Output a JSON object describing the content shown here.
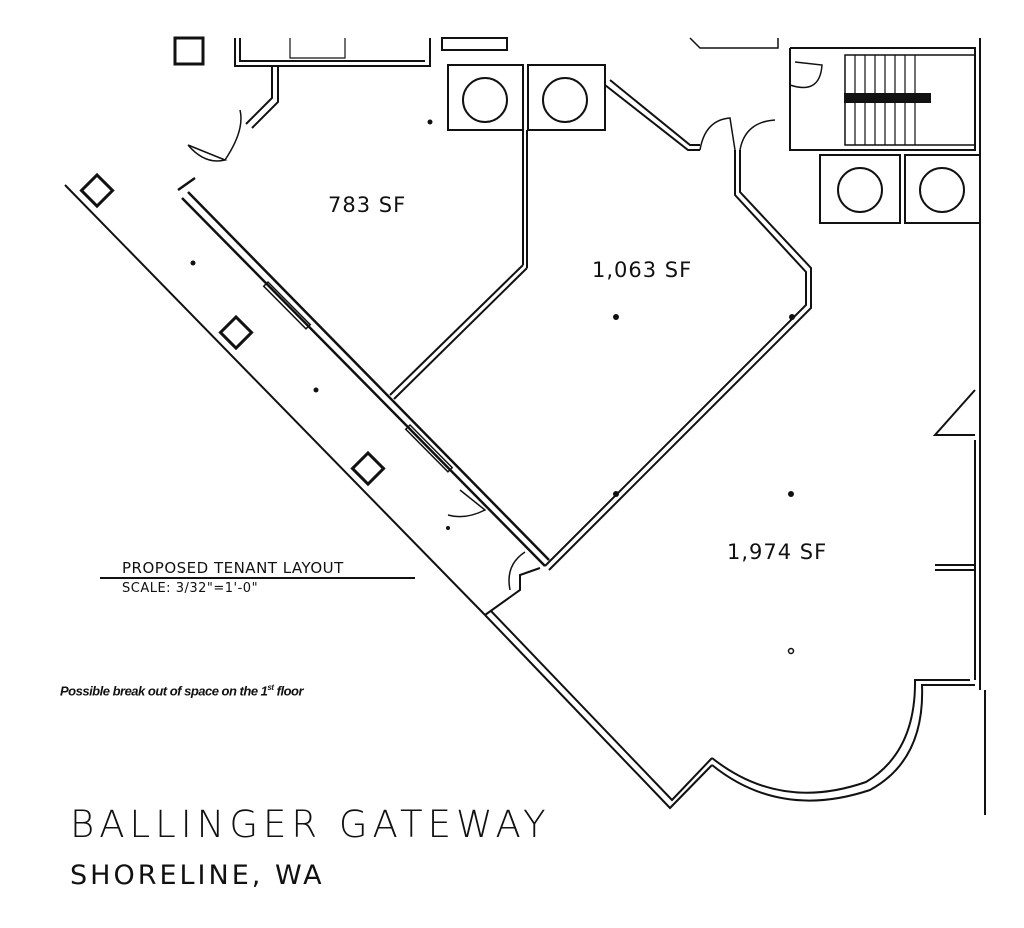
{
  "plan": {
    "rooms": [
      {
        "label": "783 SF"
      },
      {
        "label": "1,063 SF"
      },
      {
        "label": "1,974 SF"
      }
    ],
    "layout_title": "PROPOSED TENANT LAYOUT",
    "scale": "SCALE: 3/32\"=1'-0\"",
    "note": "Possible break out of space on the 1",
    "note_sup": "st",
    "note_end": " floor",
    "project_name": "BALLINGER GATEWAY",
    "location": "SHORELINE, WA"
  }
}
